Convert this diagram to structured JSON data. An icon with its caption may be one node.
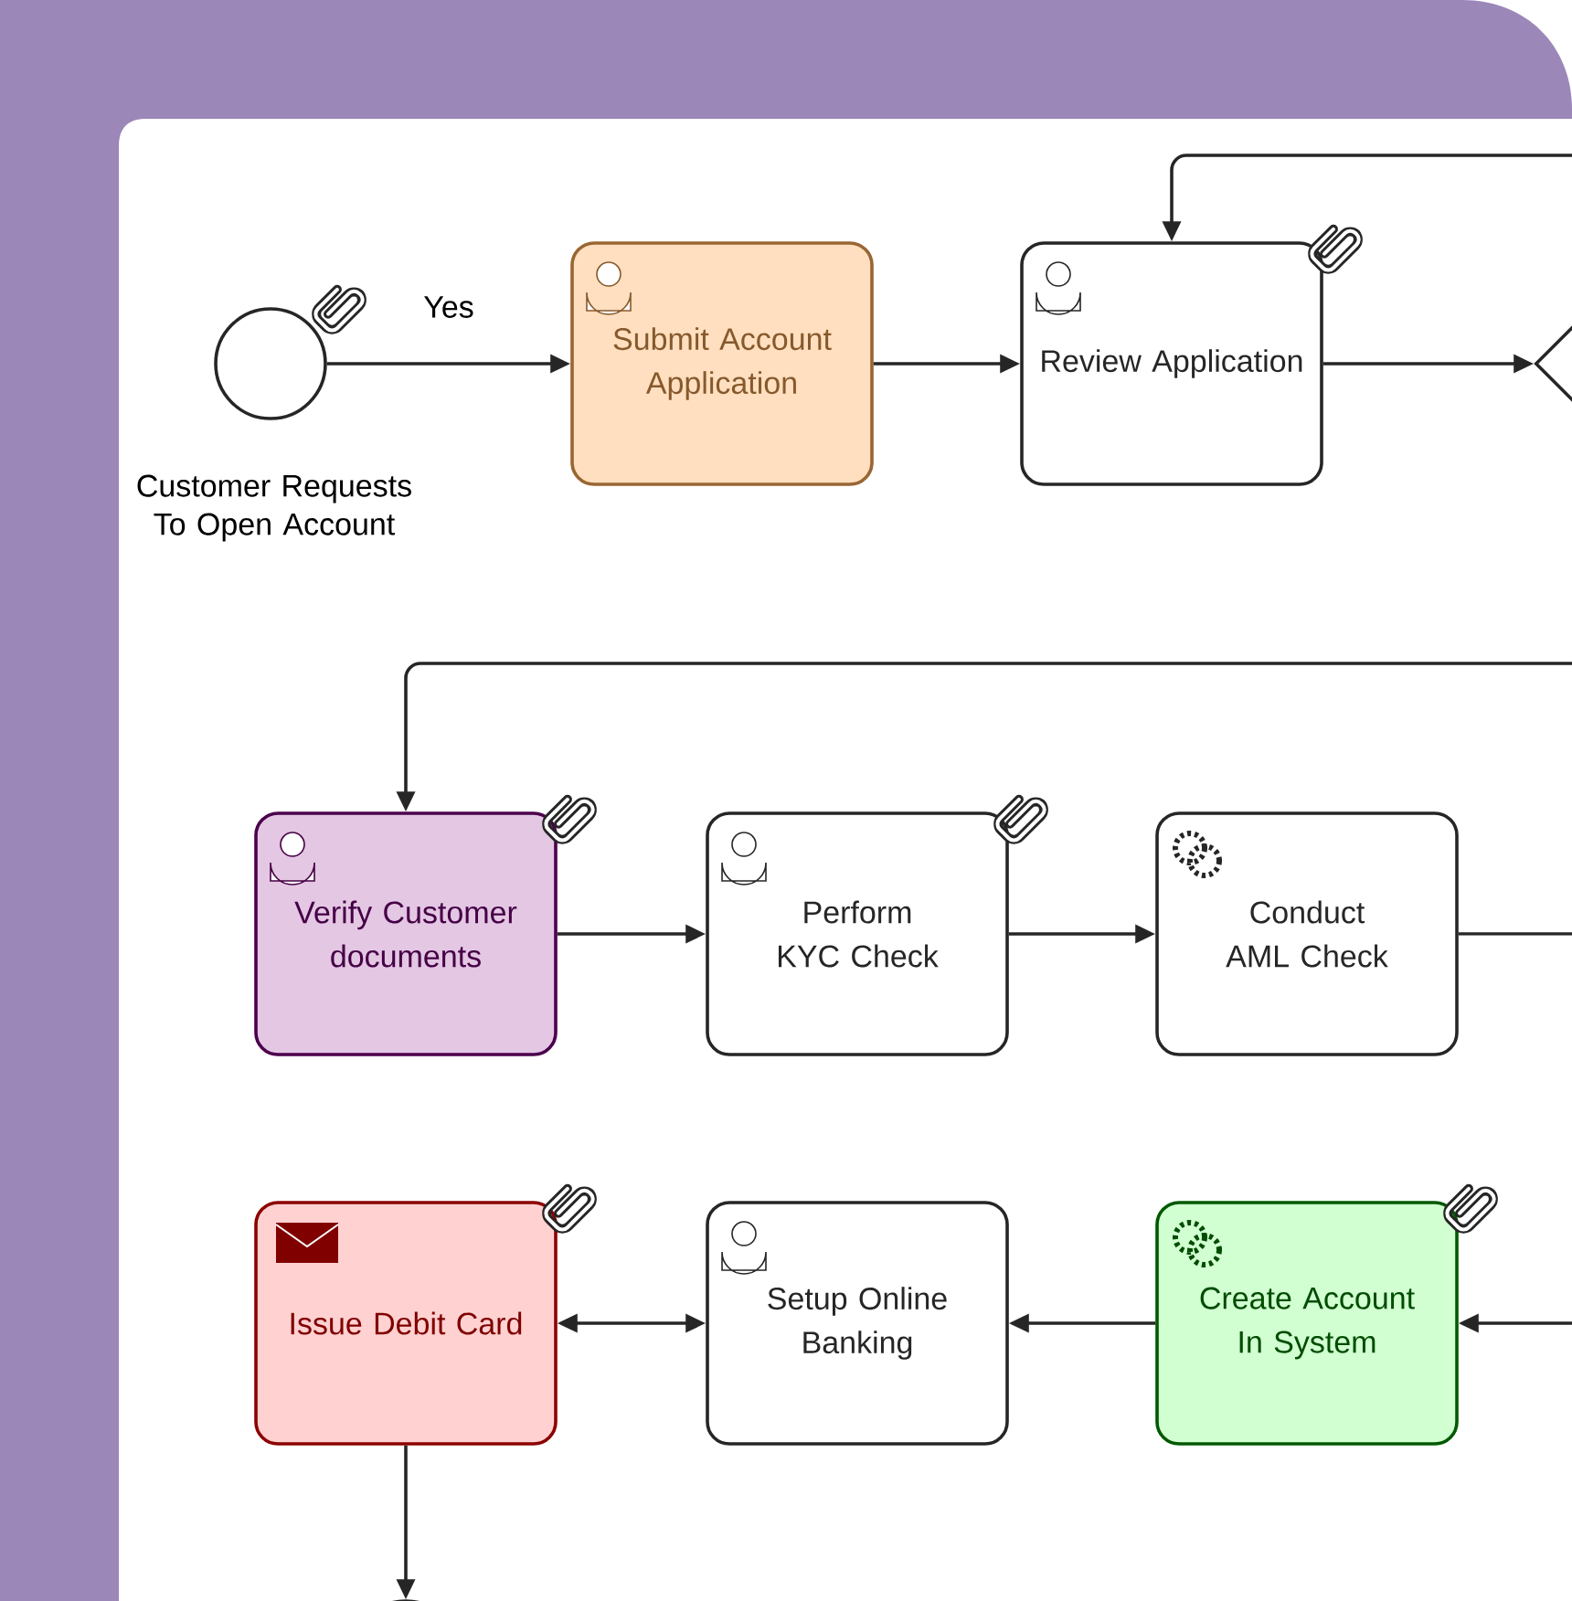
{
  "diagram": {
    "nodes": [
      {
        "text": [],
        "shape": "circle",
        "beside": [
          "Customer Requests To Open Account"
        ]
      },
      {
        "text": [
          "Submit Account Application"
        ]
      },
      {
        "text": [
          "Review Application"
        ]
      },
      {
        "text": [],
        "shape": "diamond"
      },
      {
        "text": [
          "Verify Customer documents"
        ]
      },
      {
        "text": [
          "Perform KYC Check"
        ]
      },
      {
        "text": [
          "Conduct AML Check"
        ]
      },
      {
        "text": [
          "Issue Debit Card"
        ]
      },
      {
        "text": [
          "Setup Online Banking"
        ]
      },
      {
        "text": [
          "Create Account In System"
        ]
      },
      {
        "text": [],
        "shape": "circle"
      }
    ],
    "edges": [
      {
        "from": 0,
        "to": 1,
        "arrow": "to",
        "label": "Yes"
      },
      {
        "from": 1,
        "to": 2,
        "arrow": "to"
      },
      {
        "from": 2,
        "to": 3,
        "arrow": "to"
      },
      {
        "from": null,
        "to": 2,
        "arrow": "to"
      },
      {
        "from": null,
        "to": 4,
        "arrow": "to"
      },
      {
        "from": 4,
        "to": 5,
        "arrow": "to"
      },
      {
        "from": 5,
        "to": 6,
        "arrow": "to"
      },
      {
        "from": 6,
        "to": null,
        "arrow": "none"
      },
      {
        "from": null,
        "to": 9,
        "arrow": "to"
      },
      {
        "from": 9,
        "to": 8,
        "arrow": "to"
      },
      {
        "from": 7,
        "to": 8,
        "arrow": "both"
      },
      {
        "from": 7,
        "to": 10,
        "arrow": "to"
      }
    ]
  }
}
